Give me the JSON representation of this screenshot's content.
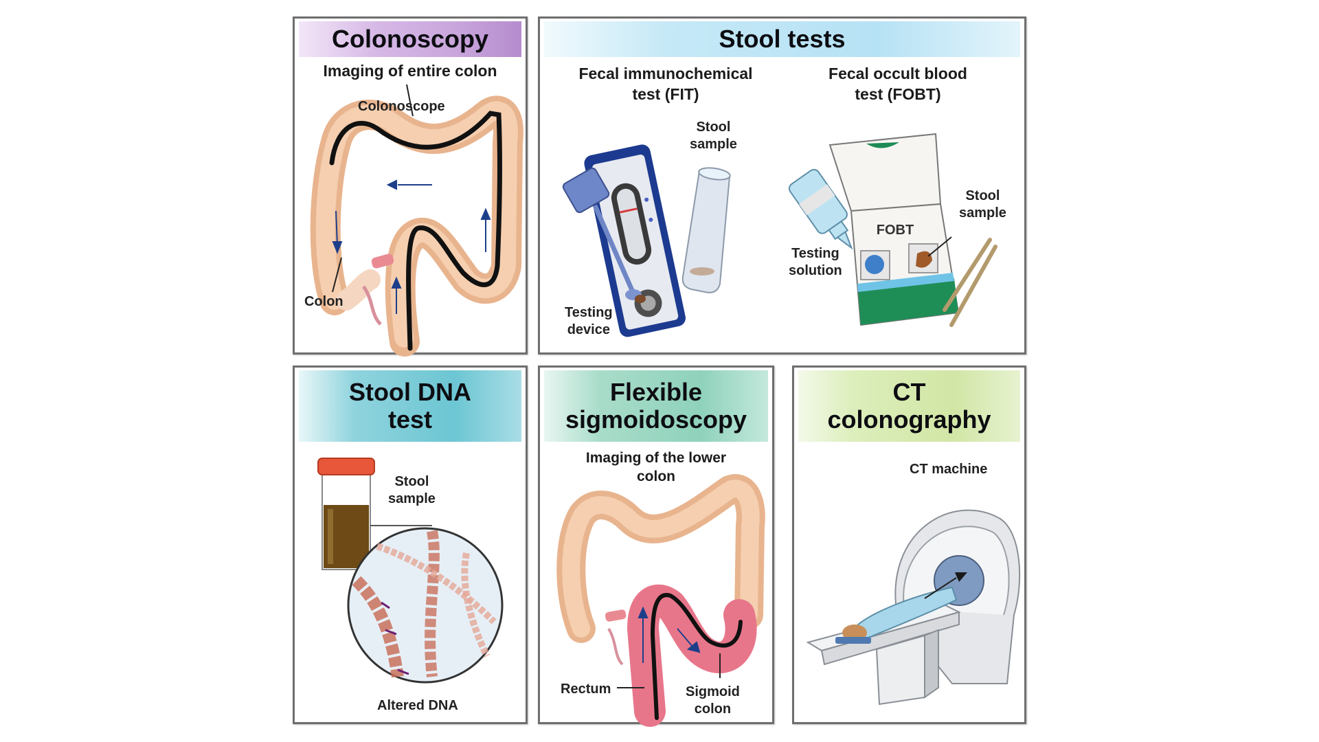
{
  "panels": {
    "colonoscopy": {
      "title": "Colonoscopy",
      "subtitle": "Imaging of entire colon",
      "labels": {
        "colonoscope": "Colonoscope",
        "colon": "Colon"
      },
      "header_color": "#c9a6dc"
    },
    "stool_tests": {
      "title": "Stool tests",
      "header_color": "#b6e2f5",
      "fit": {
        "title_line1": "Fecal immunochemical",
        "title_line2": "test (FIT)",
        "labels": {
          "stool_sample_1": "Stool",
          "stool_sample_2": "sample",
          "device_1": "Testing",
          "device_2": "device"
        }
      },
      "fobt": {
        "title_line1": "Fecal occult blood",
        "title_line2": "test (FOBT)",
        "card_text": "FOBT",
        "labels": {
          "stool_sample_1": "Stool",
          "stool_sample_2": "sample",
          "solution_1": "Testing",
          "solution_2": "solution"
        }
      }
    },
    "stool_dna": {
      "title_line1": "Stool DNA",
      "title_line2": "test",
      "header_color": "#6cc6d3",
      "labels": {
        "stool_sample_1": "Stool",
        "stool_sample_2": "sample",
        "altered_dna": "Altered DNA"
      }
    },
    "sigmoidoscopy": {
      "title_line1": "Flexible",
      "title_line2": "sigmoidoscopy",
      "subtitle_line1": "Imaging of the lower",
      "subtitle_line2": "colon",
      "header_color": "#8fd2bb",
      "labels": {
        "rectum": "Rectum",
        "sigmoid_1": "Sigmoid",
        "sigmoid_2": "colon"
      }
    },
    "ct": {
      "title_line1": "CT",
      "title_line2": "colonography",
      "header_color": "#d2e6a6",
      "labels": {
        "machine": "CT machine"
      }
    }
  }
}
